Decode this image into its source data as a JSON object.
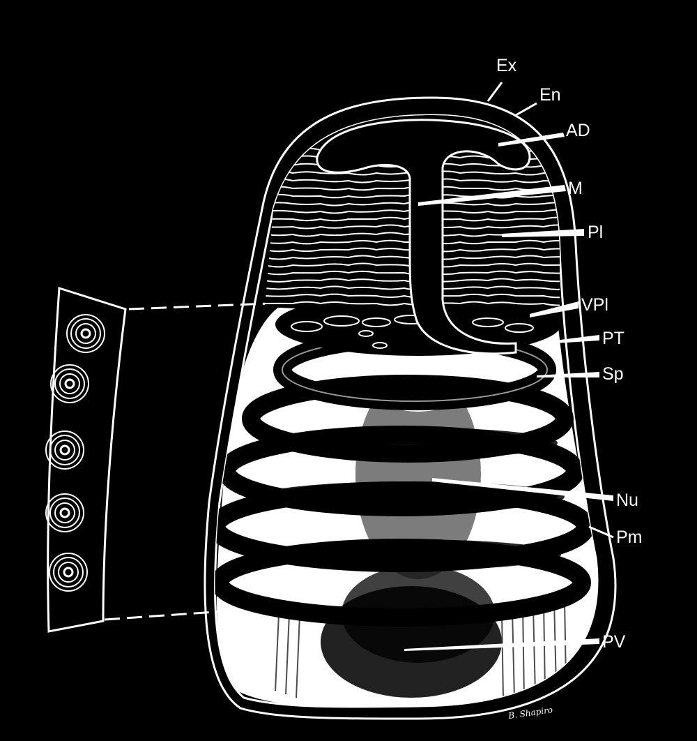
{
  "labels": {
    "ex": "Ex",
    "en": "En",
    "ad": "AD",
    "m": "M",
    "pl": "Pl",
    "vpl": "VPl",
    "pt": "PT",
    "sp": "Sp",
    "nu": "Nu",
    "pm": "Pm",
    "pv": "PV"
  },
  "signature": "B. Shapiro",
  "colors": {
    "background": "#000000",
    "ink": "#ffffff"
  },
  "strip_rings": 5
}
